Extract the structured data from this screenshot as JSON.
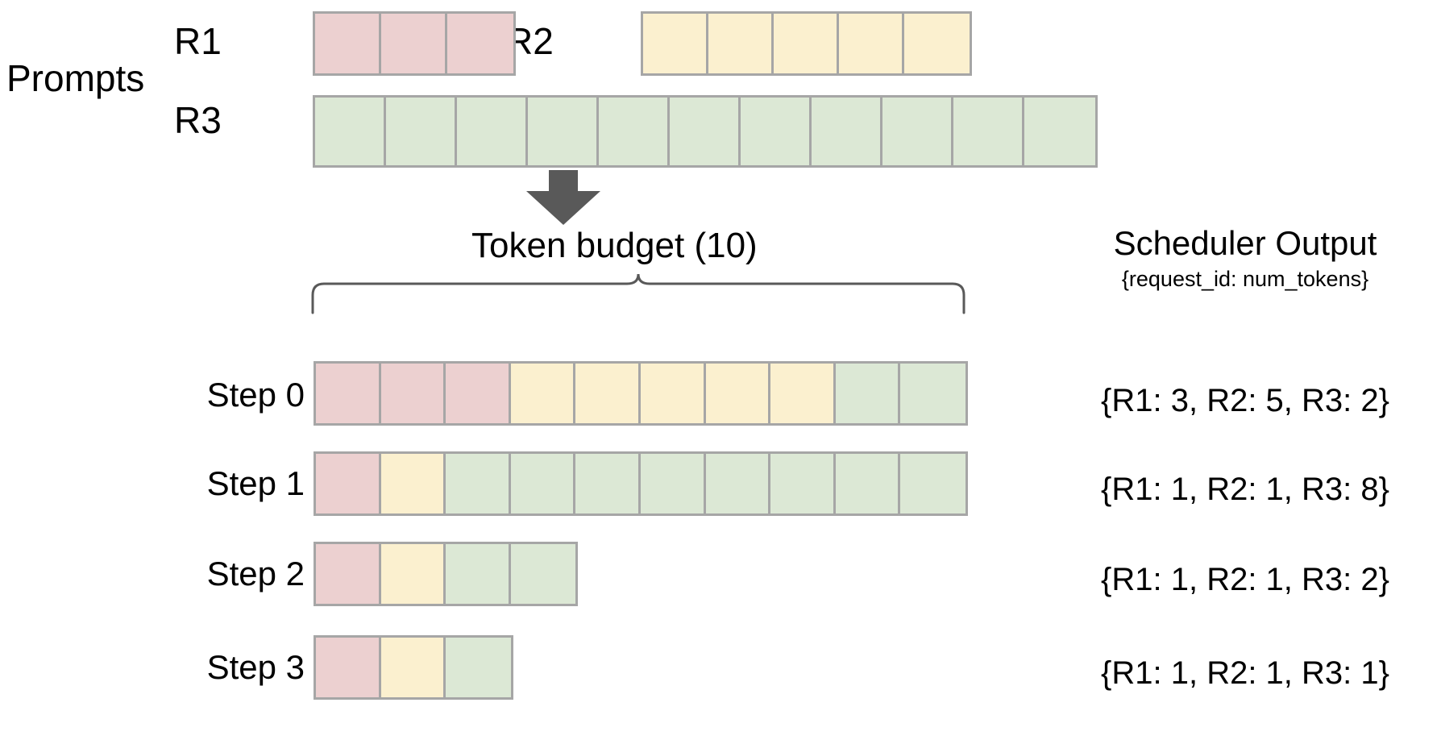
{
  "diagram": {
    "title_group_label": "Prompts",
    "arrow_icon": "down-arrow-icon",
    "brace_icon": "curly-brace-icon",
    "token_budget_label": "Token  budget (10)",
    "token_budget_value": 10,
    "colors": {
      "R1": "#ecd0d0",
      "R2": "#fbf0cf",
      "R3": "#dce8d5",
      "cell_border": "#a6a6a6",
      "arrow": "#595959",
      "brace": "#595959",
      "text": "#000000",
      "background": "#ffffff"
    },
    "prompts": {
      "label": "Prompts",
      "requests": [
        {
          "id": "R1",
          "label": "R1",
          "num_tokens": 3,
          "color_key": "R1"
        },
        {
          "id": "R2",
          "label": "R2",
          "num_tokens": 5,
          "color_key": "R2"
        },
        {
          "id": "R3",
          "label": "R3",
          "num_tokens": 11,
          "color_key": "R3"
        }
      ]
    },
    "scheduler": {
      "title": "Scheduler Output",
      "subtitle": "{request_id: num_tokens}",
      "steps": [
        {
          "label": "Step 0",
          "output": "{R1: 3, R2: 5, R3: 2}",
          "segments": [
            {
              "request": "R1",
              "count": 3
            },
            {
              "request": "R2",
              "count": 5
            },
            {
              "request": "R3",
              "count": 2
            }
          ],
          "total": 10
        },
        {
          "label": "Step 1",
          "output": "{R1: 1, R2: 1, R3: 8}",
          "segments": [
            {
              "request": "R1",
              "count": 1
            },
            {
              "request": "R2",
              "count": 1
            },
            {
              "request": "R3",
              "count": 8
            }
          ],
          "total": 10
        },
        {
          "label": "Step 2",
          "output": "{R1: 1, R2: 1, R3: 2}",
          "segments": [
            {
              "request": "R1",
              "count": 1
            },
            {
              "request": "R2",
              "count": 1
            },
            {
              "request": "R3",
              "count": 2
            }
          ],
          "total": 4
        },
        {
          "label": "Step 3",
          "output": "{R1: 1, R2: 1, R3: 1}",
          "segments": [
            {
              "request": "R1",
              "count": 1
            },
            {
              "request": "R2",
              "count": 1
            },
            {
              "request": "R3",
              "count": 1
            }
          ],
          "total": 3
        }
      ]
    }
  }
}
